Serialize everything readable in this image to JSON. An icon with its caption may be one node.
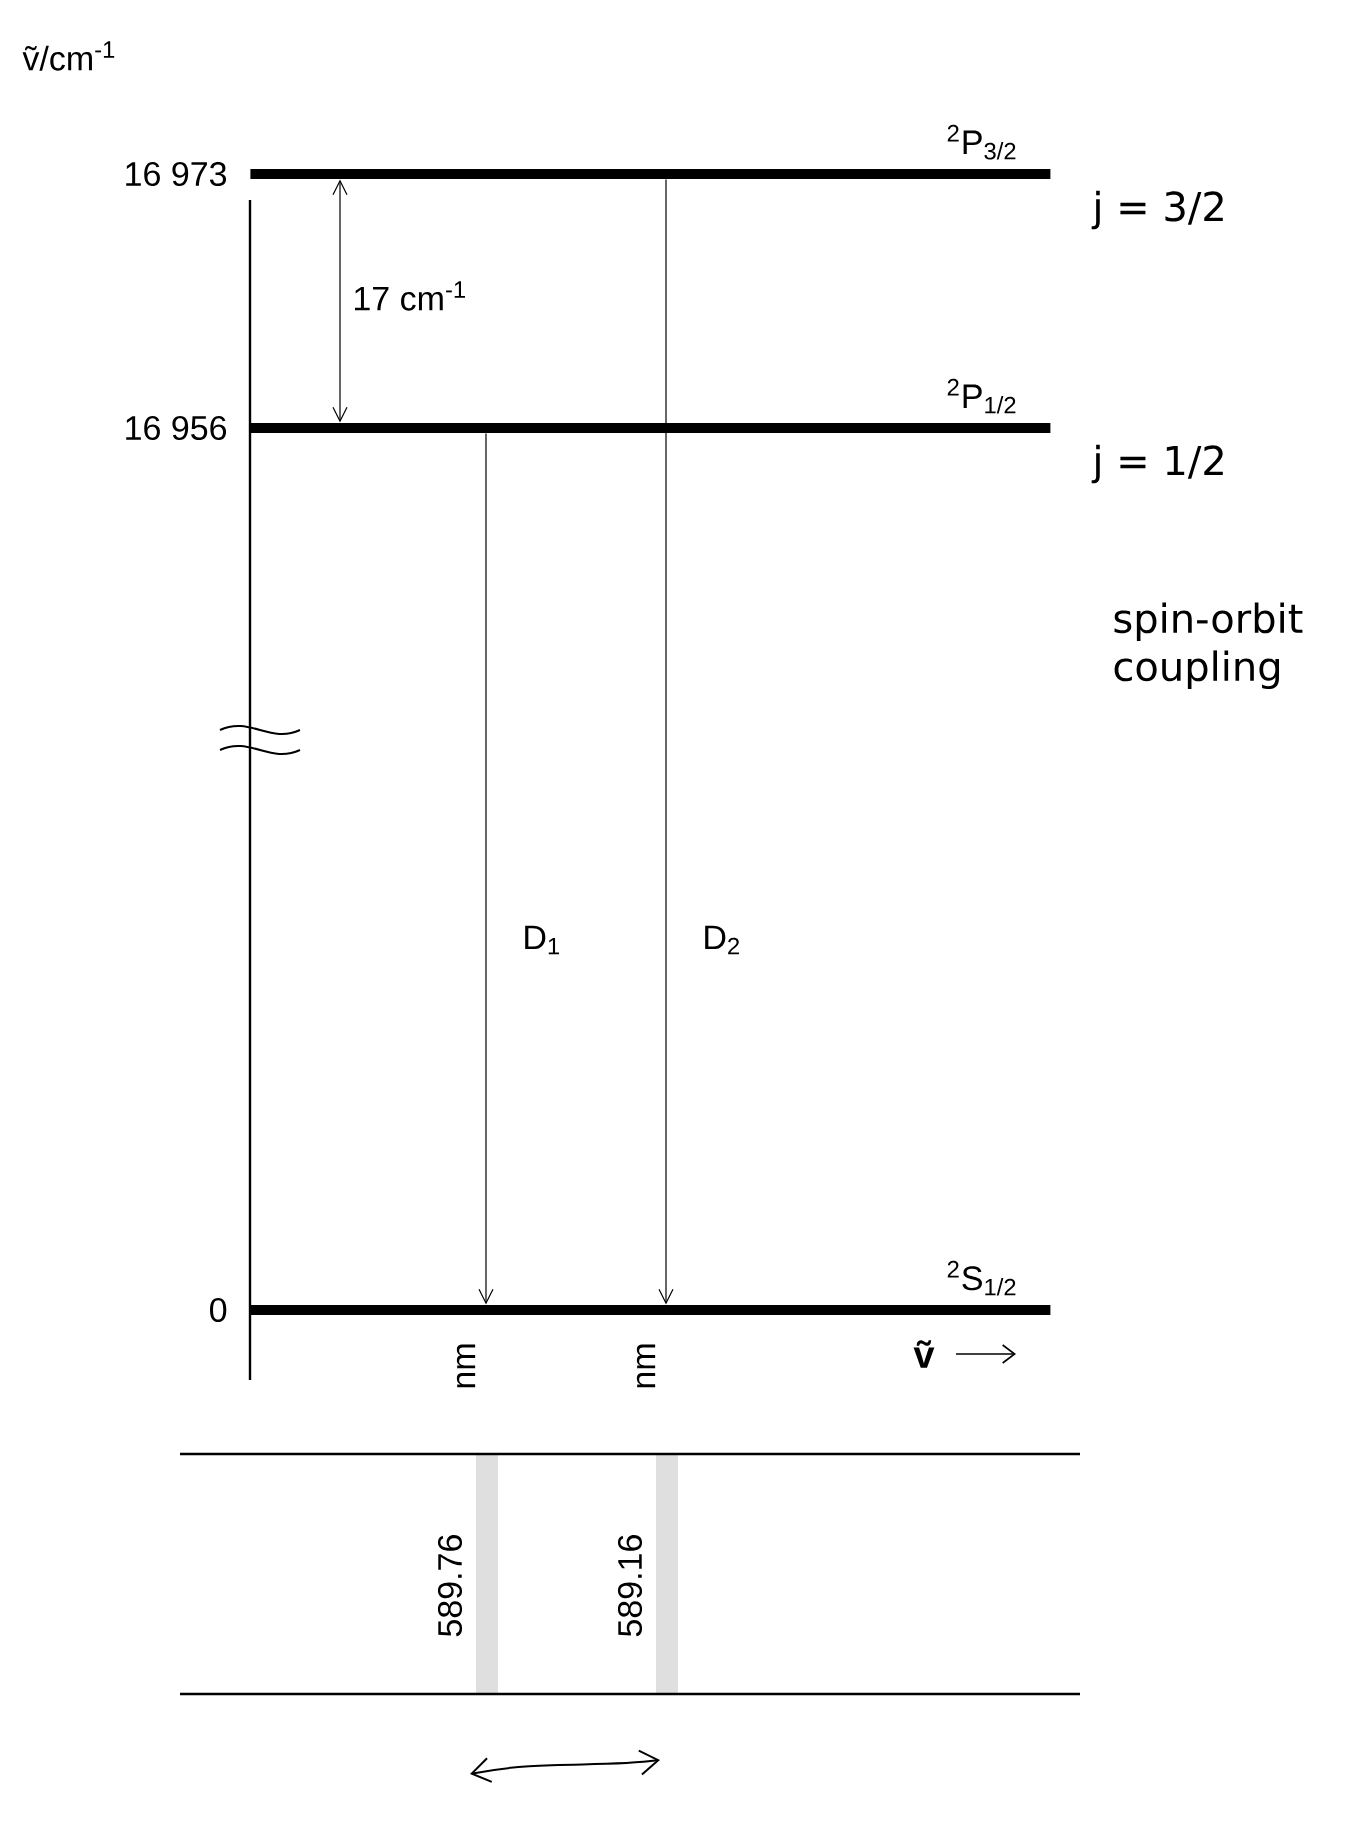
{
  "diagram": {
    "nodes": [
      {
        "text": [
          "$^{2}$P$_{3/2}$"
        ],
        "beside": [
          "16 973",
          "j = 3/2"
        ]
      },
      {
        "text": [
          "$^{2}$P$_{1/2}$"
        ],
        "beside": [
          "16 956",
          "j = 1/2"
        ]
      },
      {
        "text": [
          "$^{2}$S$_{1/2}$"
        ],
        "beside": [
          "0"
        ]
      }
    ],
    "edges": [
      {
        "from": 0,
        "to": 1,
        "arrow": "both",
        "label": "17 cm$^{-1}$"
      },
      {
        "from": 1,
        "to": 2,
        "arrow": "to",
        "label": "D$_{1}$"
      },
      {
        "from": 0,
        "to": 2,
        "arrow": "to",
        "label": "D$_{2}$"
      }
    ],
    "labels": [
      "ṽ/cm$^{-1}$",
      "spin-orbit coupling",
      "nm",
      "nm",
      "ṽ",
      "589.76",
      "589.16"
    ]
  }
}
